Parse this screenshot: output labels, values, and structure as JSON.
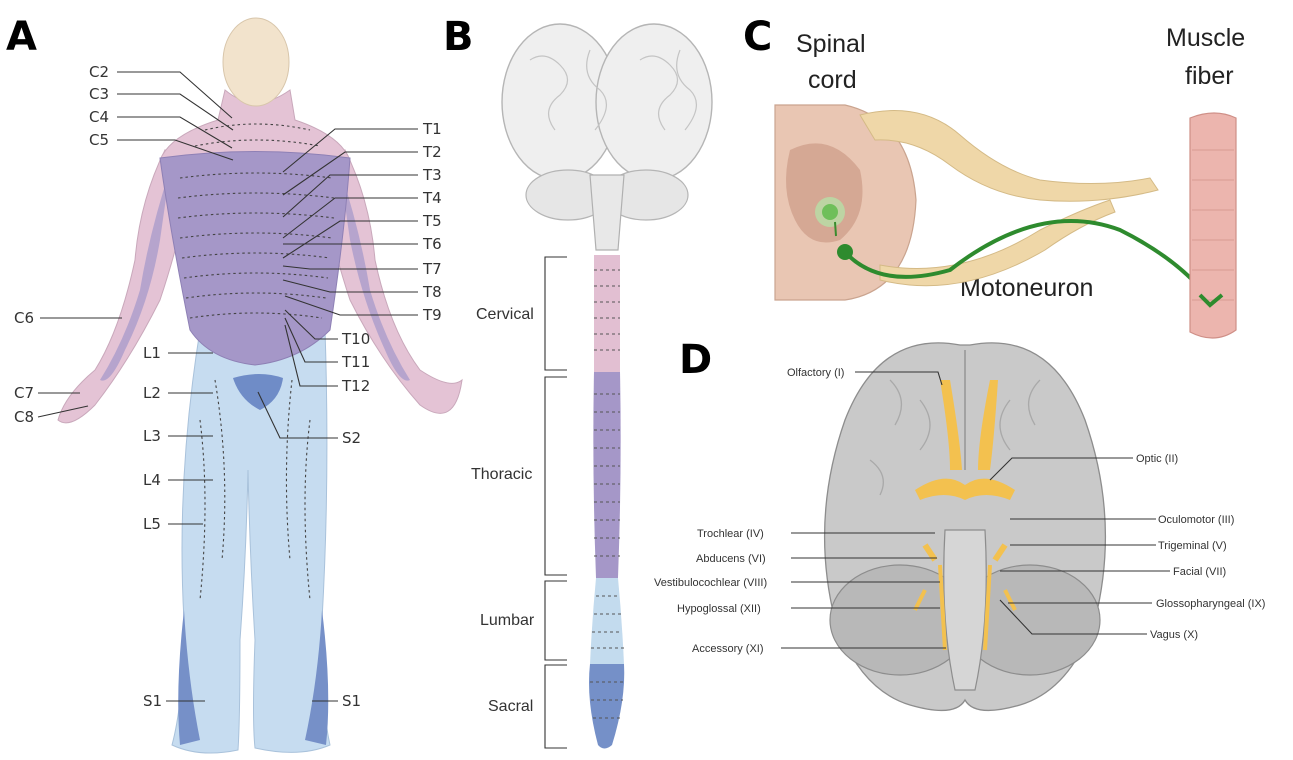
{
  "panels": {
    "a": "A",
    "b": "B",
    "c": "C",
    "d": "D"
  },
  "panel_a": {
    "left_labels": [
      "C2",
      "C3",
      "C4",
      "C5",
      "C6",
      "C7",
      "C8",
      "L1",
      "L2",
      "L3",
      "L4",
      "L5",
      "S1"
    ],
    "right_labels": [
      "T1",
      "T2",
      "T3",
      "T4",
      "T5",
      "T6",
      "T7",
      "T8",
      "T9",
      "T10",
      "T11",
      "T12",
      "S2",
      "S1"
    ]
  },
  "panel_b": {
    "regions": [
      "Cervical",
      "Thoracic",
      "Lumbar",
      "Sacral"
    ]
  },
  "panel_c": {
    "spinal_cord": [
      "Spinal",
      "cord"
    ],
    "muscle_fiber": [
      "Muscle",
      "fiber"
    ],
    "motoneuron": "Motoneuron"
  },
  "panel_d": {
    "left_nerves": [
      "Olfactory (I)",
      "Trochlear (IV)",
      "Abducens (VI)",
      "Vestibulocochlear (VIII)",
      "Hypoglossal (XII)",
      "Accessory (XI)"
    ],
    "right_nerves": [
      "Optic (II)",
      "Oculomotor (III)",
      "Trigeminal (V)",
      "Facial (VII)",
      "Glossopharyngeal (IX)",
      "Vagus (X)"
    ]
  },
  "colors": {
    "cervical": "#e2bfd2",
    "thoracic": "#a597c8",
    "lumbar": "#c3dbee",
    "sacral": "#7590c8",
    "skin": "#f1e2cb",
    "nerve": "#f3c14f",
    "motoneuron": "#2e8b2e",
    "muscle": "#ecb5ae",
    "brain": "#c9c9c9"
  }
}
